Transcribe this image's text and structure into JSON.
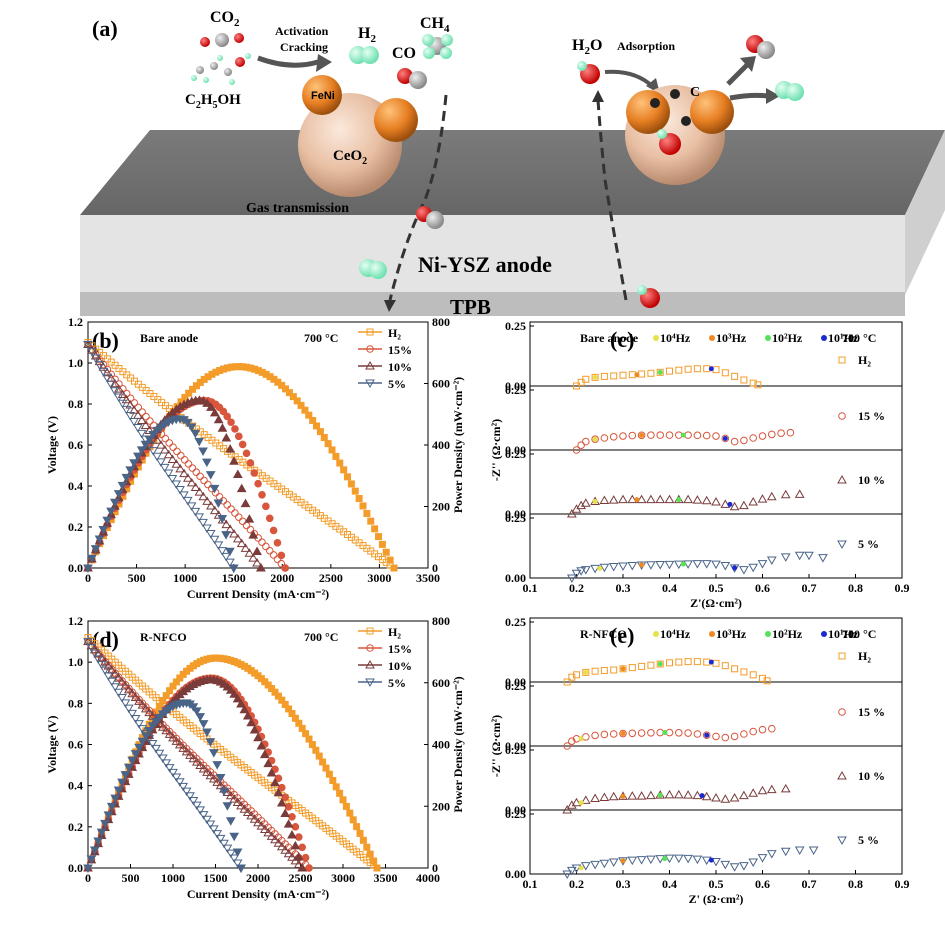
{
  "colors": {
    "H2": "#f39c2a",
    "15": "#d7563c",
    "10": "#7a3b3b",
    "5": "#4a6488",
    "f4": "#e8e04a",
    "f3": "#f08a1e",
    "f2": "#55e255",
    "f1": "#1a2ad0"
  },
  "schematic": {
    "panel_label": "(a)",
    "co2": "CO",
    "co2_sub": "2",
    "ethanol": "C",
    "ethanol_sub1": "2",
    "ethanol_mid": "H",
    "ethanol_sub2": "5",
    "ethanol_end": "OH",
    "activation": "Activation",
    "cracking": "Cracking",
    "h2": "H",
    "h2_sub": "2",
    "co": "CO",
    "ch4": "CH",
    "ch4_sub": "4",
    "feni": "FeNi",
    "ceo2": "CeO",
    "ceo2_sub": "2",
    "gas_transmission": "Gas transmission",
    "anode": "Ni-YSZ anode",
    "tpb": "TPB",
    "h2o": "H",
    "h2o_sub": "2",
    "h2o_end": "O",
    "adsorption": "Adsorption",
    "carbon": "C"
  },
  "panels": {
    "b": {
      "label": "(b)",
      "title": "Bare anode",
      "temp": "700 °C",
      "xlabel": "Current Density (mA·cm⁻²)",
      "ylabel": "Voltage (V)",
      "y2label": "Power Density (mW·cm⁻²)"
    },
    "d": {
      "label": "(d)",
      "title": "R-NFCO",
      "temp": "700 °C",
      "xlabel": "Current Density (mA·cm⁻²)",
      "ylabel": "Voltage (V)",
      "y2label": "Power Density (mW·cm⁻²)"
    },
    "c": {
      "label": "(c)",
      "title": "Bare anode",
      "temp": "700 °C",
      "xlabel": "Z'(Ω·cm²)",
      "ylabel": "-Z'' (Ω·cm²)"
    },
    "e": {
      "label": "(e)",
      "title": "R-NFCO",
      "temp": "700 °C",
      "xlabel": "Z' (Ω·cm²)",
      "ylabel": "-Z'' (Ω·cm²)"
    }
  },
  "legend_iv": [
    "H₂",
    "15%",
    "10%",
    "5%"
  ],
  "legend_eis": [
    "H₂",
    "15 %",
    "10 %",
    "5 %"
  ],
  "freq_labels": [
    "10⁴Hz",
    "10³Hz",
    "10²Hz",
    "10¹Hz"
  ],
  "chart_data": [
    {
      "type": "line",
      "panel": "b",
      "title": "Bare anode",
      "xlabel": "Current Density (mA·cm⁻²)",
      "ylabel": "Voltage (V)",
      "y2label": "Power Density (mW·cm⁻²)",
      "xlim": [
        0,
        3500
      ],
      "ylim": [
        0,
        1.2
      ],
      "y2lim": [
        0,
        800
      ],
      "xticks": [
        0,
        500,
        1000,
        1500,
        2000,
        2500,
        3000,
        3500
      ],
      "yticks": [
        0,
        0.2,
        0.4,
        0.6,
        0.8,
        1.0,
        1.2
      ],
      "y2ticks": [
        0,
        200,
        400,
        600,
        800
      ],
      "series": [
        {
          "name": "H₂",
          "ocv": 1.1,
          "imax": 3150,
          "pmax": 655,
          "ipeak": 1550
        },
        {
          "name": "15%",
          "ocv": 1.09,
          "imax": 2030,
          "pmax": 545,
          "ipeak": 1200
        },
        {
          "name": "10%",
          "ocv": 1.09,
          "imax": 1780,
          "pmax": 545,
          "ipeak": 1150
        },
        {
          "name": "5%",
          "ocv": 1.09,
          "imax": 1500,
          "pmax": 485,
          "ipeak": 950
        }
      ]
    },
    {
      "type": "line",
      "panel": "d",
      "title": "R-NFCO",
      "xlabel": "Current Density (mA·cm⁻²)",
      "ylabel": "Voltage (V)",
      "y2label": "Power Density (mW·cm⁻²)",
      "xlim": [
        0,
        4000
      ],
      "ylim": [
        0,
        1.2
      ],
      "y2lim": [
        0,
        800
      ],
      "xticks": [
        0,
        500,
        1000,
        1500,
        2000,
        2500,
        3000,
        3500,
        4000
      ],
      "yticks": [
        0,
        0.2,
        0.4,
        0.6,
        0.8,
        1.0,
        1.2
      ],
      "y2ticks": [
        0,
        200,
        400,
        600,
        800
      ],
      "series": [
        {
          "name": "H₂",
          "ocv": 1.12,
          "imax": 3400,
          "pmax": 680,
          "ipeak": 1500
        },
        {
          "name": "15%",
          "ocv": 1.1,
          "imax": 2600,
          "pmax": 615,
          "ipeak": 1450
        },
        {
          "name": "10%",
          "ocv": 1.1,
          "imax": 2520,
          "pmax": 610,
          "ipeak": 1450
        },
        {
          "name": "5%",
          "ocv": 1.1,
          "imax": 1800,
          "pmax": 535,
          "ipeak": 1150
        }
      ]
    },
    {
      "type": "scatter",
      "panel": "c",
      "title": "Bare anode",
      "xlabel": "Z'(Ω·cm²)",
      "ylabel": "-Z'' (Ω·cm²)",
      "xlim": [
        0.1,
        0.9
      ],
      "xticks": [
        0.1,
        0.2,
        0.3,
        0.4,
        0.5,
        0.6,
        0.7,
        0.8,
        0.9
      ],
      "series": [
        {
          "name": "H₂",
          "x": [
            0.2,
            0.21,
            0.22,
            0.24,
            0.26,
            0.28,
            0.3,
            0.32,
            0.34,
            0.36,
            0.38,
            0.4,
            0.42,
            0.44,
            0.46,
            0.48,
            0.5,
            0.52,
            0.54,
            0.56,
            0.58,
            0.59
          ],
          "y": [
            0,
            0.015,
            0.028,
            0.036,
            0.04,
            0.042,
            0.045,
            0.047,
            0.05,
            0.053,
            0.057,
            0.062,
            0.066,
            0.07,
            0.072,
            0.072,
            0.068,
            0.055,
            0.04,
            0.025,
            0.012,
            0.005
          ],
          "freq": [
            0.24,
            0.33,
            0.38,
            0.49
          ]
        },
        {
          "name": "15 %",
          "x": [
            0.2,
            0.21,
            0.22,
            0.24,
            0.26,
            0.28,
            0.3,
            0.32,
            0.34,
            0.36,
            0.38,
            0.4,
            0.42,
            0.44,
            0.46,
            0.48,
            0.5,
            0.52,
            0.54,
            0.56,
            0.58,
            0.6,
            0.62,
            0.64,
            0.66
          ],
          "y": [
            0,
            0.02,
            0.035,
            0.045,
            0.05,
            0.055,
            0.058,
            0.06,
            0.061,
            0.062,
            0.062,
            0.062,
            0.062,
            0.062,
            0.061,
            0.06,
            0.058,
            0.048,
            0.035,
            0.04,
            0.05,
            0.058,
            0.065,
            0.07,
            0.072
          ],
          "freq": [
            0.24,
            0.34,
            0.43,
            0.52
          ]
        },
        {
          "name": "10 %",
          "x": [
            0.19,
            0.2,
            0.21,
            0.22,
            0.24,
            0.26,
            0.28,
            0.3,
            0.32,
            0.34,
            0.36,
            0.38,
            0.4,
            0.42,
            0.44,
            0.46,
            0.48,
            0.5,
            0.52,
            0.54,
            0.56,
            0.58,
            0.6,
            0.62,
            0.65,
            0.68
          ],
          "y": [
            0,
            0.02,
            0.035,
            0.045,
            0.052,
            0.056,
            0.058,
            0.06,
            0.06,
            0.06,
            0.06,
            0.06,
            0.06,
            0.06,
            0.06,
            0.058,
            0.055,
            0.05,
            0.04,
            0.03,
            0.035,
            0.05,
            0.062,
            0.072,
            0.08,
            0.082
          ],
          "freq": [
            0.24,
            0.33,
            0.42,
            0.53
          ]
        },
        {
          "name": "5 %",
          "x": [
            0.19,
            0.2,
            0.21,
            0.22,
            0.24,
            0.26,
            0.28,
            0.3,
            0.32,
            0.34,
            0.36,
            0.38,
            0.4,
            0.42,
            0.44,
            0.46,
            0.48,
            0.5,
            0.52,
            0.54,
            0.56,
            0.58,
            0.6,
            0.62,
            0.65,
            0.68,
            0.7,
            0.73
          ],
          "y": [
            0,
            0.02,
            0.03,
            0.035,
            0.04,
            0.045,
            0.048,
            0.05,
            0.052,
            0.054,
            0.055,
            0.056,
            0.057,
            0.058,
            0.059,
            0.06,
            0.06,
            0.058,
            0.052,
            0.042,
            0.035,
            0.045,
            0.06,
            0.075,
            0.088,
            0.095,
            0.095,
            0.085
          ],
          "freq": [
            0.25,
            0.34,
            0.43,
            0.54
          ]
        }
      ]
    },
    {
      "type": "scatter",
      "panel": "e",
      "title": "R-NFCO",
      "xlabel": "Z' (Ω·cm²)",
      "ylabel": "-Z'' (Ω·cm²)",
      "xlim": [
        0.1,
        0.9
      ],
      "xticks": [
        0.1,
        0.2,
        0.3,
        0.4,
        0.5,
        0.6,
        0.7,
        0.8,
        0.9
      ],
      "series": [
        {
          "name": "H₂",
          "x": [
            0.18,
            0.19,
            0.2,
            0.22,
            0.24,
            0.26,
            0.28,
            0.3,
            0.32,
            0.34,
            0.36,
            0.38,
            0.4,
            0.42,
            0.44,
            0.46,
            0.48,
            0.5,
            0.52,
            0.54,
            0.56,
            0.58,
            0.6,
            0.61
          ],
          "y": [
            0,
            0.02,
            0.03,
            0.04,
            0.045,
            0.048,
            0.05,
            0.055,
            0.06,
            0.065,
            0.07,
            0.075,
            0.08,
            0.083,
            0.085,
            0.085,
            0.083,
            0.078,
            0.068,
            0.055,
            0.042,
            0.03,
            0.015,
            0.005
          ],
          "freq": [
            0.22,
            0.3,
            0.38,
            0.49
          ]
        },
        {
          "name": "15 %",
          "x": [
            0.18,
            0.19,
            0.2,
            0.22,
            0.24,
            0.26,
            0.28,
            0.3,
            0.32,
            0.34,
            0.36,
            0.38,
            0.4,
            0.42,
            0.44,
            0.46,
            0.48,
            0.5,
            0.52,
            0.54,
            0.56,
            0.58,
            0.6,
            0.62
          ],
          "y": [
            0,
            0.02,
            0.03,
            0.038,
            0.044,
            0.048,
            0.05,
            0.052,
            0.053,
            0.054,
            0.055,
            0.056,
            0.056,
            0.055,
            0.054,
            0.05,
            0.045,
            0.04,
            0.035,
            0.04,
            0.05,
            0.06,
            0.068,
            0.072
          ],
          "freq": [
            0.21,
            0.3,
            0.39,
            0.48
          ]
        },
        {
          "name": "10 %",
          "x": [
            0.18,
            0.19,
            0.2,
            0.22,
            0.24,
            0.26,
            0.28,
            0.3,
            0.32,
            0.34,
            0.36,
            0.38,
            0.4,
            0.42,
            0.44,
            0.46,
            0.48,
            0.5,
            0.52,
            0.54,
            0.56,
            0.58,
            0.6,
            0.62,
            0.65
          ],
          "y": [
            0,
            0.02,
            0.03,
            0.04,
            0.048,
            0.052,
            0.055,
            0.057,
            0.058,
            0.058,
            0.06,
            0.062,
            0.063,
            0.063,
            0.062,
            0.06,
            0.055,
            0.05,
            0.045,
            0.05,
            0.06,
            0.07,
            0.08,
            0.085,
            0.088
          ],
          "freq": [
            0.21,
            0.3,
            0.38,
            0.47
          ]
        },
        {
          "name": "5 %",
          "x": [
            0.18,
            0.19,
            0.2,
            0.22,
            0.24,
            0.26,
            0.28,
            0.3,
            0.32,
            0.34,
            0.36,
            0.38,
            0.4,
            0.42,
            0.44,
            0.46,
            0.48,
            0.5,
            0.52,
            0.54,
            0.56,
            0.58,
            0.6,
            0.62,
            0.65,
            0.68,
            0.71
          ],
          "y": [
            0,
            0.015,
            0.025,
            0.035,
            0.04,
            0.045,
            0.05,
            0.055,
            0.058,
            0.06,
            0.062,
            0.064,
            0.066,
            0.066,
            0.065,
            0.062,
            0.058,
            0.052,
            0.04,
            0.03,
            0.035,
            0.05,
            0.068,
            0.085,
            0.095,
            0.1,
            0.1
          ],
          "freq": [
            0.21,
            0.3,
            0.39,
            0.49
          ]
        }
      ]
    }
  ]
}
